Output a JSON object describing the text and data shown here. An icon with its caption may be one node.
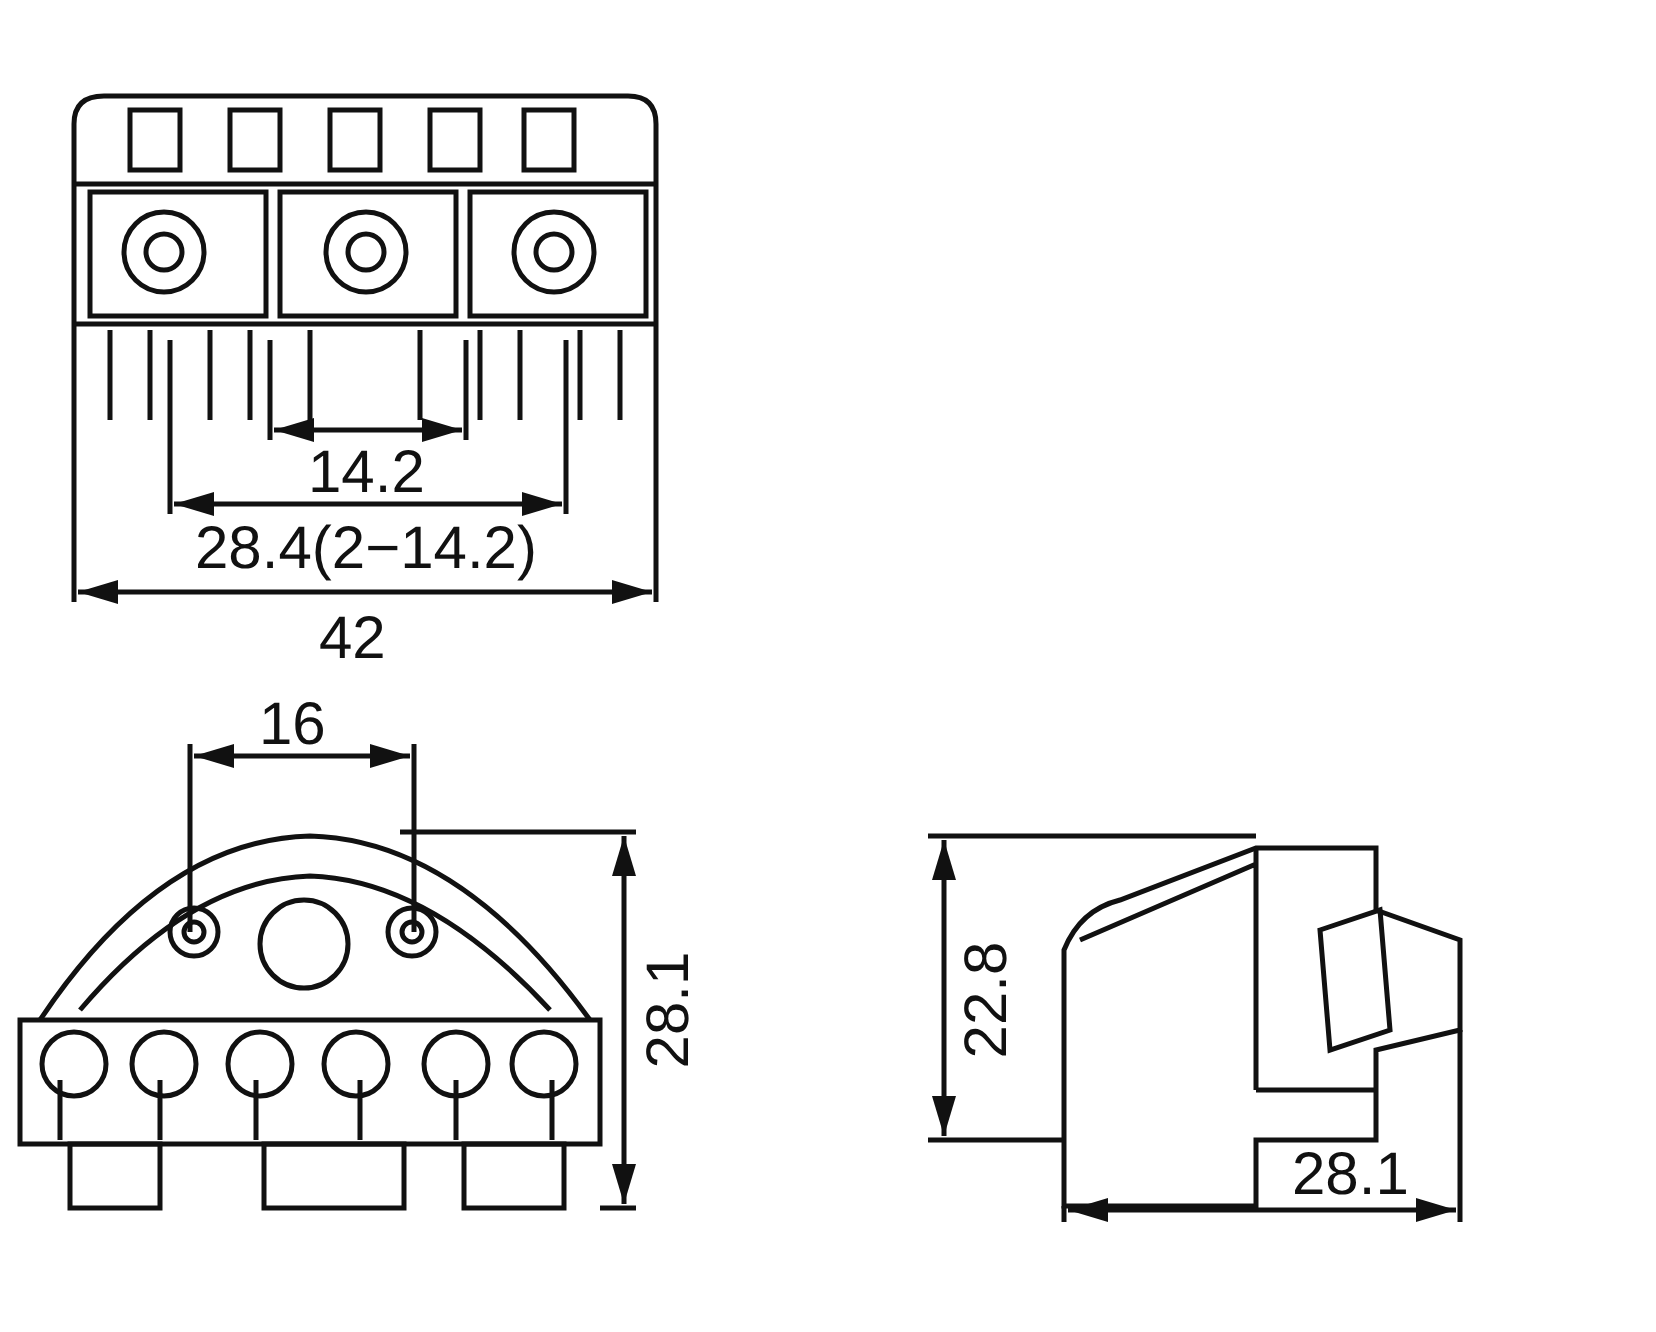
{
  "diagram": {
    "labels": [
      "14.2",
      "28.4(2−14.2)",
      "42",
      "16",
      "28.1",
      "22.8",
      "28.1"
    ]
  }
}
